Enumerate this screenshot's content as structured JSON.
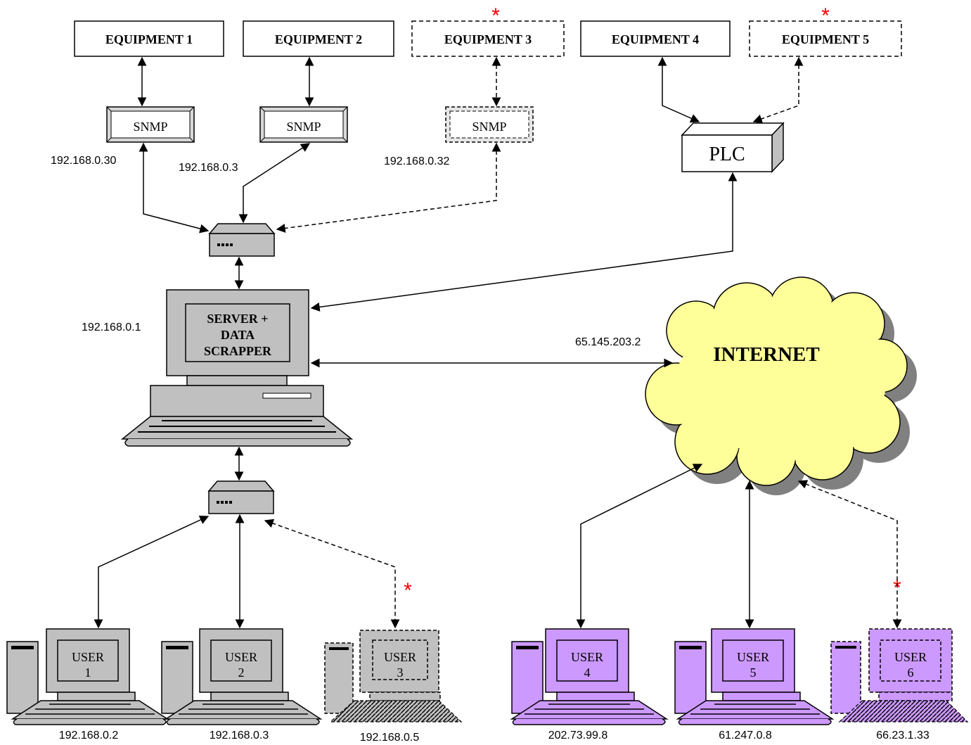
{
  "equipment": [
    {
      "label": "EQUIPMENT 1",
      "optional": false
    },
    {
      "label": "EQUIPMENT 2",
      "optional": false
    },
    {
      "label": "EQUIPMENT 3",
      "optional": true
    },
    {
      "label": "EQUIPMENT 4",
      "optional": false
    },
    {
      "label": "EQUIPMENT 5",
      "optional": true
    }
  ],
  "snmp": [
    {
      "label": "SNMP",
      "ip": "192.168.0.30"
    },
    {
      "label": "SNMP",
      "ip": "192.168.0.3"
    },
    {
      "label": "SNMP",
      "ip": "192.168.0.32"
    }
  ],
  "plc": {
    "label": "PLC"
  },
  "server": {
    "line1": "SERVER +",
    "line2": "DATA",
    "line3": "SCRAPPER",
    "ip": "192.168.0.1"
  },
  "internet": {
    "label": "INTERNET",
    "ip": "65.145.203.2"
  },
  "users": [
    {
      "word": "USER",
      "num": "1",
      "ip": "192.168.0.2",
      "optional": false
    },
    {
      "word": "USER",
      "num": "2",
      "ip": "192.168.0.3",
      "optional": false
    },
    {
      "word": "USER",
      "num": "3",
      "ip": "192.168.0.5",
      "optional": true
    },
    {
      "word": "USER",
      "num": "4",
      "ip": "202.73.99.8",
      "optional": false
    },
    {
      "word": "USER",
      "num": "5",
      "ip": "61.247.0.8",
      "optional": false
    },
    {
      "word": "USER",
      "num": "6",
      "ip": "66.23.1.33",
      "optional": true
    }
  ],
  "optional_marker": "*",
  "colors": {
    "device_gray": "#c0c0c0",
    "remote_purple": "#cc99ff",
    "cloud_yellow": "#ffff99",
    "cloud_shadow": "#808080",
    "marker_red": "#ff0000"
  }
}
